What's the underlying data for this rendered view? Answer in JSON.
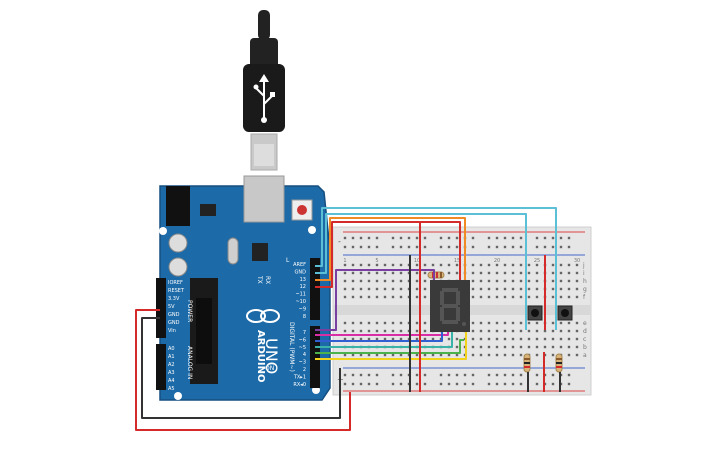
{
  "board": {
    "brand": "ARDUINO",
    "model": "UNO",
    "on_label": "ON",
    "tx_label": "TX",
    "rx_label": "RX",
    "l_label": "L",
    "power_header_title": "POWER",
    "analog_header_title": "ANALOG IN",
    "digital_header_title": "DIGITAL (PWM~)",
    "power_pins": [
      "IOREF",
      "RESET",
      "3.3V",
      "5V",
      "GND",
      "GND",
      "Vin"
    ],
    "analog_pins": [
      "A0",
      "A1",
      "A2",
      "A3",
      "A4",
      "A5"
    ],
    "digital_top_pins": [
      "AREF",
      "GND",
      "13",
      "12",
      "~11",
      "~10",
      "~9",
      "8"
    ],
    "digital_bottom_pins": [
      "7",
      "~6",
      "~5",
      "4",
      "~3",
      "2",
      "TX▸1",
      "RX◂0"
    ]
  },
  "breadboard": {
    "row_letters_top": [
      "j",
      "i",
      "h",
      "g",
      "f"
    ],
    "row_letters_bottom": [
      "e",
      "d",
      "c",
      "b",
      "a"
    ],
    "column_numbers_visible": [
      "1",
      "5",
      "10",
      "15",
      "20",
      "25",
      "30"
    ],
    "plus": "+",
    "minus": "-"
  },
  "display": {
    "digit": "8"
  },
  "colors": {
    "arduino_blue": "#1c6aa8",
    "usb_black": "#222222",
    "breadboard": "#e6e6e6",
    "wire_red": "#d42a2a",
    "wire_black": "#333333",
    "wire_cyan": "#5bc0d6",
    "wire_orange": "#f08a24",
    "wire_purple": "#7a3fa0",
    "wire_magenta": "#d92fa6",
    "wire_teal": "#39b3a7",
    "wire_blue": "#2f5fd0",
    "wire_green": "#4cb24c",
    "wire_yellow": "#f2d21b",
    "wire_brown": "#8b5a2b"
  }
}
